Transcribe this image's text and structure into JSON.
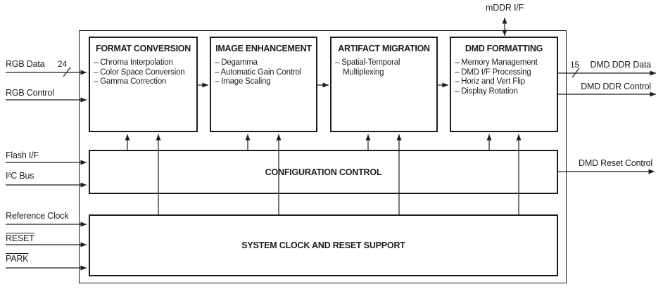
{
  "diagram": {
    "top_port": {
      "label": "mDDR I/F"
    },
    "blocks": [
      {
        "title": "FORMAT CONVERSION",
        "items": [
          "– Chroma Interpolation",
          "– Color Space Conversion",
          "– Gamma Correction"
        ]
      },
      {
        "title": "IMAGE ENHANCEMENT",
        "items": [
          "– Degamma",
          "– Automatic Gain Control",
          "– Image Scaling"
        ]
      },
      {
        "title": "ARTIFACT MIGRATION",
        "items": [
          "– Spatial-Temporal Multiplexing"
        ]
      },
      {
        "title": "DMD FORMATTING",
        "items": [
          "– Memory Management",
          "– DMD I/F Processing",
          "– Horiz and Vert Flip",
          "– Display Rotation"
        ]
      }
    ],
    "config_block": {
      "title": "CONFIGURATION CONTROL"
    },
    "system_block": {
      "title": "SYSTEM CLOCK AND RESET SUPPORT"
    },
    "left_ports": [
      {
        "label": "RGB Data",
        "bus_width": "24"
      },
      {
        "label": "RGB Control"
      },
      {
        "label": "Flash I/F"
      },
      {
        "label": "I²C Bus"
      },
      {
        "label": "Reference Clock"
      },
      {
        "label": "RESET",
        "active_low": true
      },
      {
        "label": "PARK",
        "active_low": true
      }
    ],
    "right_ports": [
      {
        "label": "DMD DDR Data",
        "bus_width": "15"
      },
      {
        "label": "DMD DDR Control"
      },
      {
        "label": "DMD Reset Control"
      }
    ],
    "colors": {
      "line": "#1d1d1d",
      "text": "#1d1d1d",
      "background": "#ffffff"
    }
  }
}
